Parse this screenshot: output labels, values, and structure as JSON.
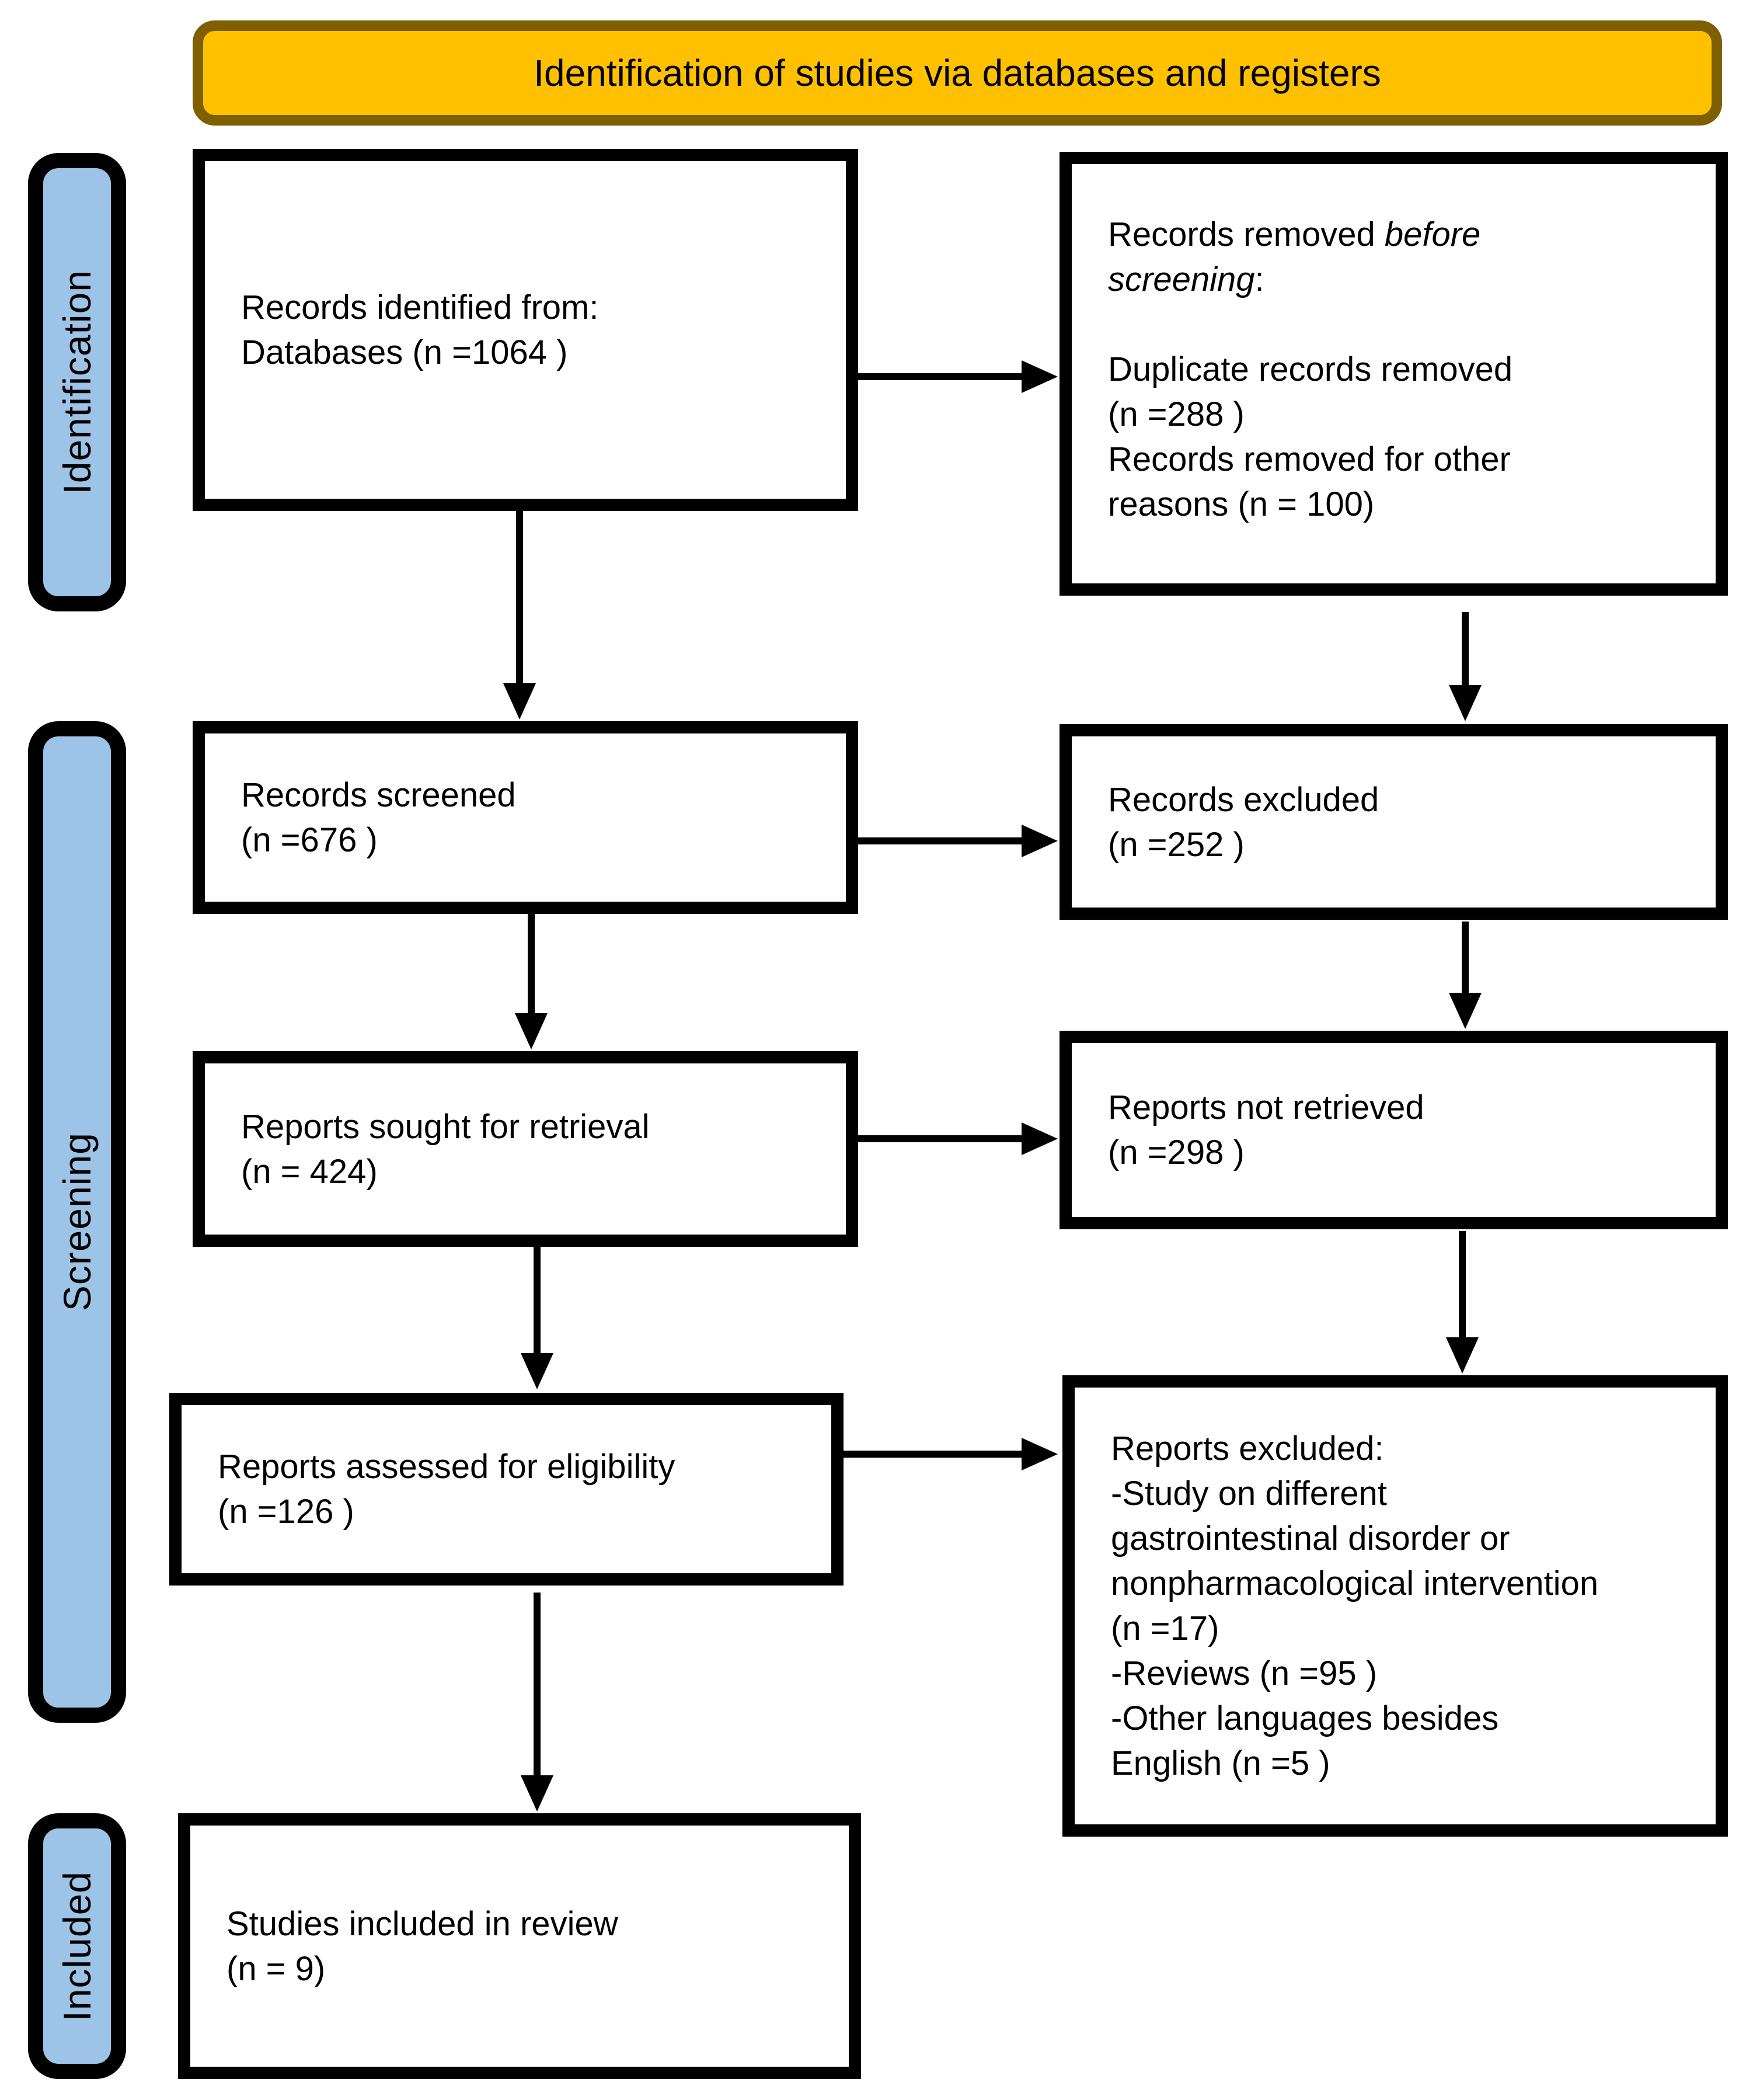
{
  "banner": {
    "title": "Identification of studies via databases and registers"
  },
  "sidebar": {
    "identification": "Identification",
    "screening": "Screening",
    "included": "Included"
  },
  "colors": {
    "banner_fill": "#FFC000",
    "banner_border": "#7F6000",
    "sidebar_fill": "#9DC3E6",
    "box_border": "#000000"
  },
  "boxes": {
    "records_identified": {
      "lines": [
        "Records identified from:",
        "Databases (n =1064 )"
      ]
    },
    "records_removed": {
      "l1_plain": "Records removed ",
      "l1_italic": "before",
      "l2_italic": "screening",
      "l2_plain": ":",
      "lines": [
        "Duplicate records removed",
        "(n =288 )",
        "Records removed for other",
        "reasons (n = 100)"
      ]
    },
    "records_screened": {
      "lines": [
        "Records screened",
        "(n =676 )"
      ]
    },
    "records_excluded": {
      "lines": [
        "Records excluded",
        "(n =252 )"
      ]
    },
    "reports_sought": {
      "lines": [
        "Reports sought for retrieval",
        "(n = 424)"
      ]
    },
    "reports_not_retrieved": {
      "lines": [
        "Reports not retrieved",
        "(n =298 )"
      ]
    },
    "reports_assessed": {
      "lines": [
        "Reports assessed for eligibility",
        "(n =126 )"
      ]
    },
    "reports_excluded": {
      "lines": [
        "Reports excluded:",
        "-Study on different",
        "gastrointestinal disorder or",
        "nonpharmacological intervention",
        "(n =17)",
        "-Reviews (n =95 )",
        "-Other languages besides",
        "English (n =5 )"
      ]
    },
    "studies_included": {
      "lines": [
        "Studies included in review",
        "(n = 9)"
      ]
    }
  }
}
